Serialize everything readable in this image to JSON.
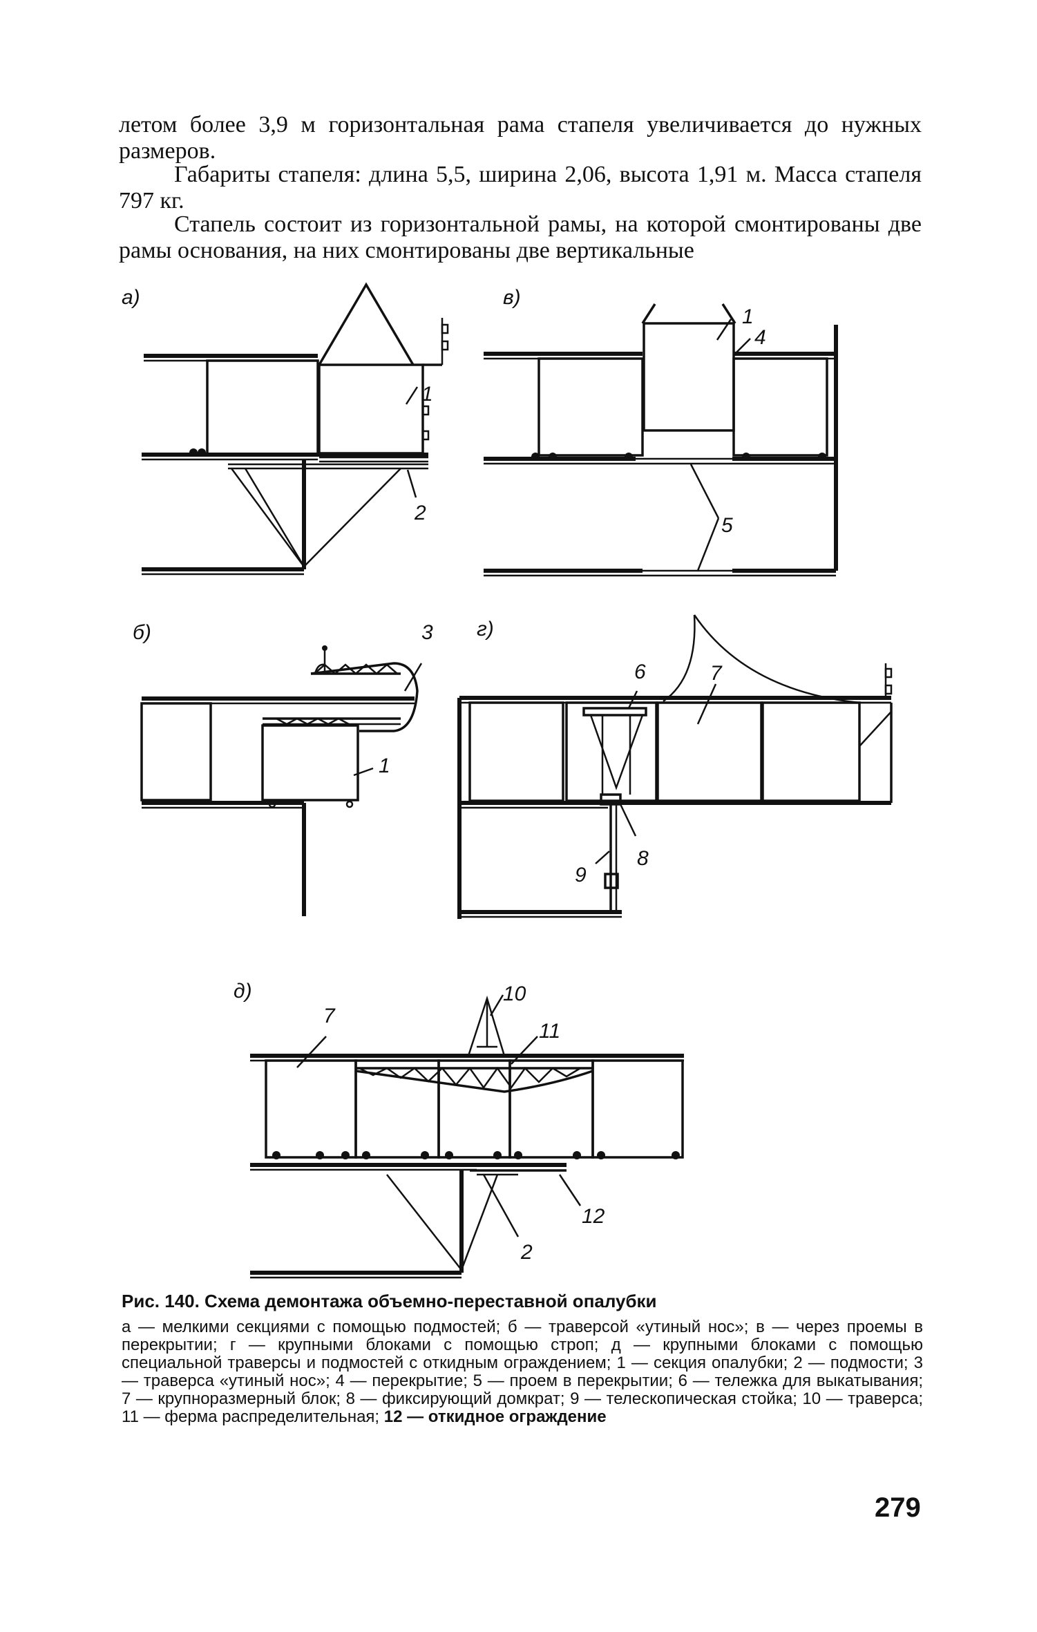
{
  "paragraphs": [
    "летом более 3,9 м горизонтальная рама стапеля увеличивается до нужных размеров.",
    "Габариты стапеля: длина 5,5, ширина 2,06, высота 1,91 м. Масса стапеля 797 кг.",
    "Стапель состоит из горизонтальной рамы, на которой смонтированы две рамы основания, на них смонтированы две вертикальные"
  ],
  "figure": {
    "panel_labels": {
      "a": "а)",
      "b": "б)",
      "v": "в)",
      "g": "г)",
      "d": "д)"
    },
    "callouts": [
      "1",
      "2",
      "3",
      "4",
      "5",
      "6",
      "7",
      "8",
      "9",
      "10",
      "11",
      "12"
    ]
  },
  "caption": {
    "title": "Рис. 140. Схема демонтажа объемно-переставной опалубки",
    "body": "а — мелкими секциями с помощью подмостей; б — траверсой «утиный нос»; в — через проемы в перекрытии; г — крупными блоками с помощью строп; д — крупными блоками с помощью специальной траверсы и подмостей с откидным ограждением; 1 — секция опалубки; 2 — подмости; 3 — траверса «утиный нос»; 4 — перекрытие; 5 — проем в перекрытии; 6 — тележка для выкатывания; 7 — крупноразмерный блок; 8 — фиксирующий домкрат; 9 — телескопическая стойка; 10 — траверса; 11 — ферма распределительная;",
    "last": "12 — откидное ограждение"
  },
  "page_number": "279"
}
